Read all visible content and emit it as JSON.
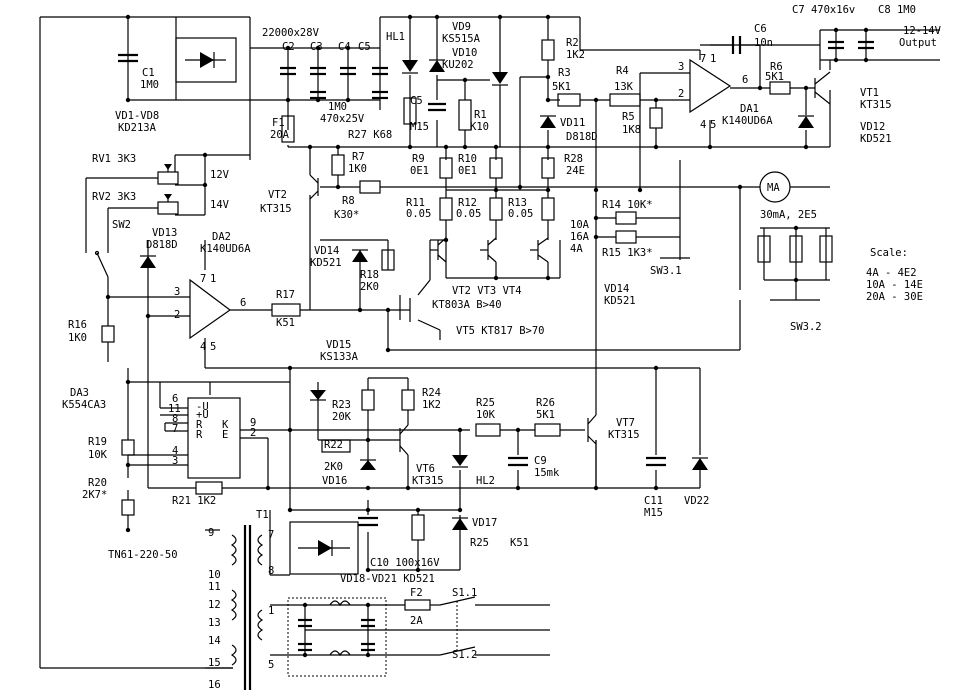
{
  "labels": {
    "c1": "C1",
    "c1v": "1M0",
    "bridge": "VD1-VD8",
    "bridge_type": "KD213A",
    "caps_top": "22000x28V",
    "c2": "C2",
    "c3": "C3",
    "c4": "C4",
    "c5": "C5",
    "f1": "F1",
    "f1v": "20A",
    "c_1m0": "1M0",
    "c_470": "470x25V",
    "hl1": "HL1",
    "vd9": "VD9",
    "vd9t": "KS515A",
    "vd10": "VD10",
    "vd10t": "KU202",
    "c5b": "C5",
    "c5bv": "M15",
    "r1": "R1",
    "r1v": "K10",
    "r27": "R27 K68",
    "r2": "R2",
    "r2v": "1K2",
    "r3": "R3",
    "r3v": "5K1",
    "r4": "R4",
    "r4v": "13K",
    "vd11": "VD11",
    "vd11t": "D818D",
    "r5": "R5",
    "r5v": "1K8",
    "c6": "C6",
    "c6v": "10n",
    "c7": "C7 470x16v",
    "c8": "C8 1M0",
    "output": "12-14V",
    "output2": "Output",
    "r6": "R6",
    "r6v": "5K1",
    "vt1": "VT1",
    "vt1t": "KT315",
    "da1": "DA1",
    "da1t": "K140UD6A",
    "vd12": "VD12",
    "vd12t": "KD521",
    "rv1": "RV1 3K3",
    "rv2": "RV2 3K3",
    "v12": "12V",
    "v14": "14V",
    "sw2": "SW2",
    "vd13": "VD13",
    "vd13t": "D818D",
    "da2": "DA2",
    "da2t": "K140UD6A",
    "vt2": "VT2",
    "vt2t": "KT315",
    "r7": "R7",
    "r7v": "1K0",
    "r8": "R8",
    "r8v": "K30*",
    "r9": "R9",
    "r9v": "0E1",
    "r10": "R10",
    "r10v": "0E1",
    "r28": "R28",
    "r28v": "24E",
    "r11": "R11",
    "r11v": "0.05",
    "r12": "R12",
    "r12v": "0.05",
    "r13": "R13",
    "r13v": "0.05",
    "r14": "R14 10K*",
    "r15": "R15 1K3*",
    "a10": "10A",
    "a16": "16A",
    "a4": "4A",
    "sw31": "SW3.1",
    "sw32": "SW3.2",
    "meter": "MA",
    "meter_spec": "30mA, 2E5",
    "scale": "Scale:",
    "scale1": "4A  - 4E2",
    "scale2": "10A - 14E",
    "scale3": "20A - 30E",
    "vd14": "VD14",
    "vd14t": "KD521",
    "vd14b": "VD14",
    "vd14bt": "KD521",
    "r18": "R18",
    "r18v": "2K0",
    "vt234": "VT2  VT3   VT4",
    "vt234t": "KT803A  B>40",
    "vt5": "VT5 KT817    B>70",
    "r16": "R16",
    "r16v": "1K0",
    "r17": "R17",
    "r17v": "K51",
    "vd15": "VD15",
    "vd15t": "KS133A",
    "da3": "DA3",
    "da3t": "K554CA3",
    "r19": "R19",
    "r19v": "10K",
    "r20": "R20",
    "r20v": "2K7*",
    "r21": "R21 1K2",
    "r23": "R23",
    "r23v": "20K",
    "r24": "R24",
    "r24v": "1K2",
    "r22": "R22",
    "r22v": "2K0",
    "vd16": "VD16",
    "vt6": "VT6",
    "vt6t": "KT315",
    "r25": "R25",
    "r25v": "10K",
    "r26": "R26",
    "r26v": "5K1",
    "hl2": "HL2",
    "c9": "C9",
    "c9v": "15mk",
    "vt7": "VT7",
    "vt7t": "KT315",
    "c11": "C11",
    "c11v": "M15",
    "vd22": "VD22",
    "t1": "T1",
    "tn": "TN61-220-50",
    "c10": "C10 100x16V",
    "vd18": "VD18-VD21 KD521",
    "vd17": "VD17",
    "r25b": "R25",
    "r25bv": "K51",
    "f2": "F2",
    "f2v": "2A",
    "s11": "S1.1",
    "s12": "S1.2",
    "pin_u_minus": "-U",
    "pin_u_plus": "+U",
    "pin_r": "R",
    "pin_k": "K",
    "pin_e": "E",
    "pins": [
      "6",
      "11",
      "8",
      "7",
      "4",
      "3",
      "9",
      "2"
    ],
    "op_pins_a": [
      "3",
      "2",
      "6",
      "7",
      "1",
      "4",
      "5"
    ],
    "tr_pins": [
      "9",
      "10",
      "11",
      "12",
      "13",
      "14",
      "15",
      "16"
    ],
    "tr_left_pins": [
      "7",
      "8",
      "1",
      "5"
    ]
  }
}
